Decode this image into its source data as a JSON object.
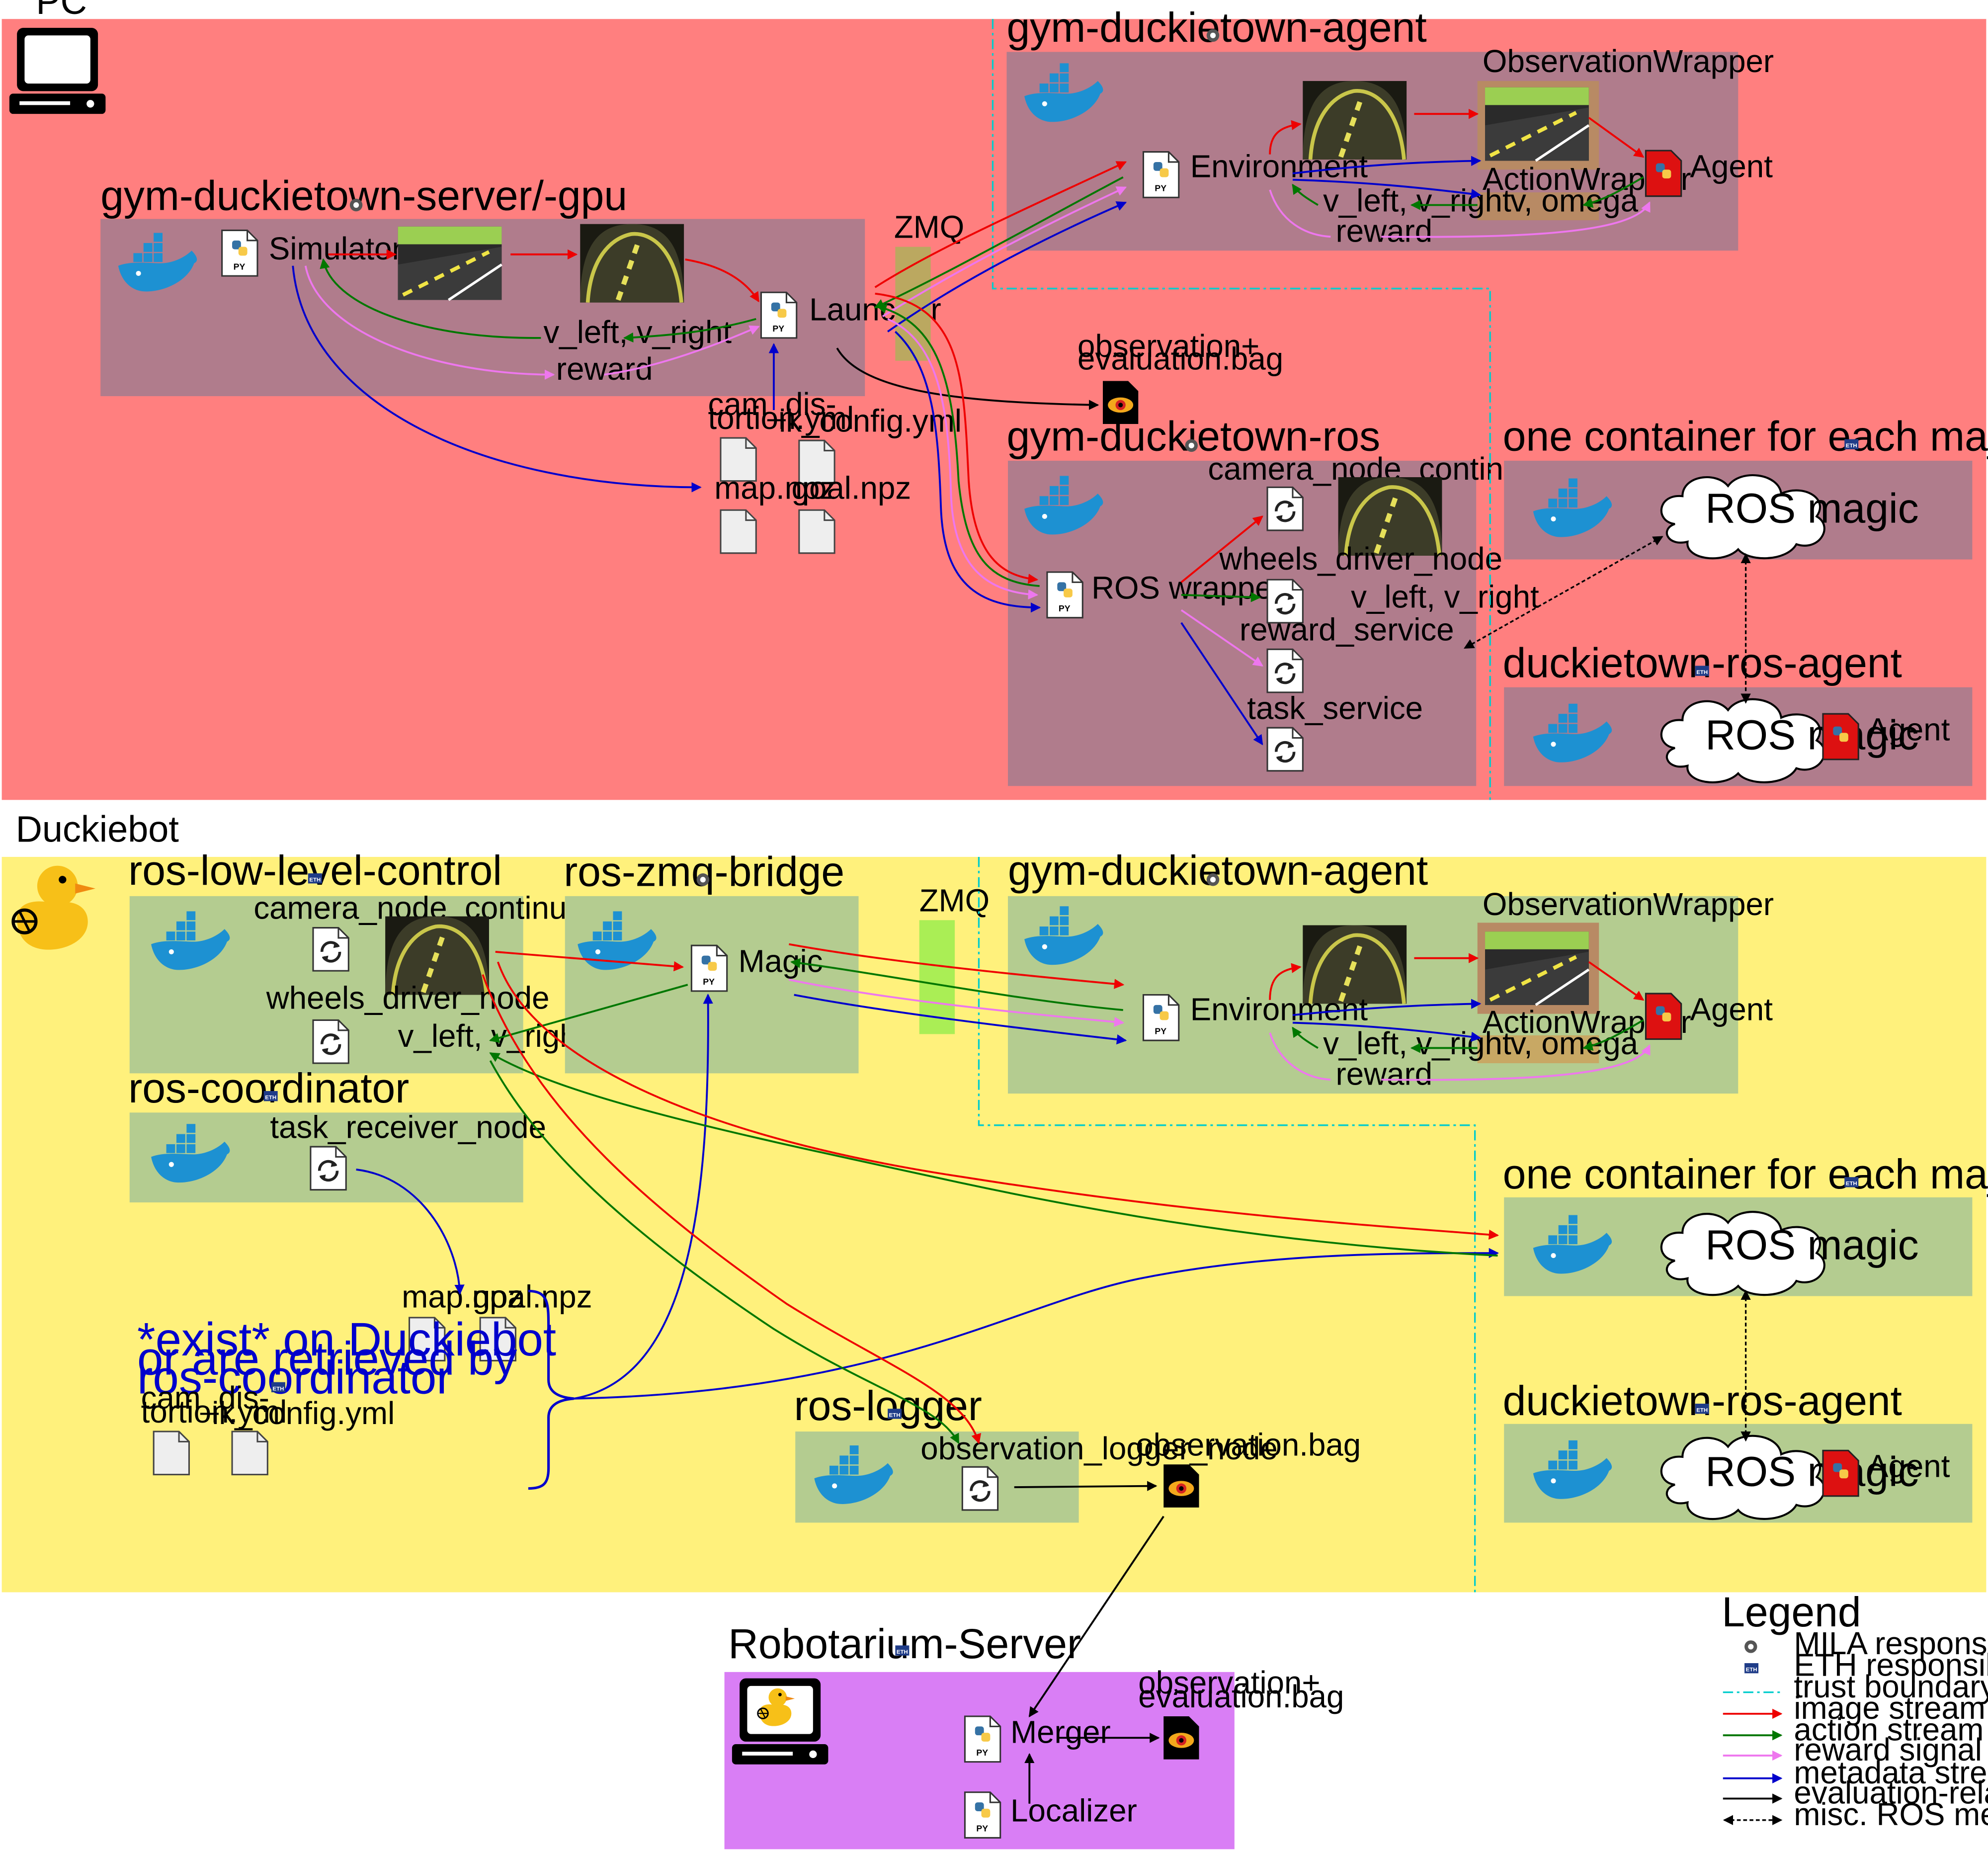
{
  "regions": {
    "pc": "PC",
    "duckiebot": "Duckiebot"
  },
  "containers": {
    "server": {
      "title": "gym-duckietown-server/-gpu",
      "simulator": "Simulator",
      "launcher": "Launcher",
      "v_left_right": "v_left, v_right",
      "reward": "reward"
    },
    "pc_agent": {
      "title": "gym-duckietown-agent",
      "observation_wrapper": "ObservationWrapper",
      "action_wrapper": "ActionWrapper",
      "v_omega": "v, omega",
      "environment": "Environment",
      "agent": "Agent",
      "v_left_right": "v_left, v_right",
      "reward": "reward"
    },
    "pc_ros": {
      "title": "gym-duckietown-ros",
      "camera_node": "camera_node_continuous",
      "ros_wrapper": "ROS wrapper",
      "wheels_node": "wheels_driver_node",
      "v_left_right": "v_left, v_right",
      "reward_service": "reward_service",
      "task_service": "task_service"
    },
    "pc_ros_node": {
      "title": "one container for each major ROS node",
      "ros_magic": "ROS magic"
    },
    "pc_ros_agent": {
      "title": "duckietown-ros-agent",
      "ros_magic": "ROS magic",
      "agent": "Agent"
    },
    "low_level": {
      "title": "ros-low-level-control",
      "camera_node": "camera_node_continuous",
      "wheels_node": "wheels_driver_node",
      "v_left_right": "v_left, v_right"
    },
    "bridge": {
      "title": "ros-zmq-bridge",
      "magic": "Magic"
    },
    "bot_agent": {
      "title": "gym-duckietown-agent",
      "observation_wrapper": "ObservationWrapper",
      "action_wrapper": "ActionWrapper",
      "v_omega": "v, omega",
      "environment": "Environment",
      "agent": "Agent",
      "v_left_right": "v_left, v_right",
      "reward": "reward"
    },
    "coordinator": {
      "title": "ros-coordinator",
      "task_node": "task_receiver_node"
    },
    "bot_ros_node": {
      "title": "one container for each major ROS node",
      "ros_magic": "ROS magic"
    },
    "bot_ros_agent": {
      "title": "duckietown-ros-agent",
      "ros_magic": "ROS magic",
      "agent": "Agent"
    },
    "logger": {
      "title": "ros-logger",
      "node": "observation_logger_node"
    },
    "robotarium": {
      "title": "Robotarium-Server",
      "merger": "Merger",
      "localizer": "Localizer",
      "eval_bag_l1": "observation+",
      "eval_bag_l2": "evaluation.bag"
    }
  },
  "pc_files": {
    "cam_l1": "cam_dis-",
    "cam_l2": "tortion.yml",
    "ik": "ik_config.yml",
    "map": "map.npz",
    "goal": "goal.npz",
    "eval_bag_l1": "observation+",
    "eval_bag_l2": "evaluation.bag"
  },
  "bot_files": {
    "map": "map.npz",
    "goal": "goal.npz",
    "cam_l1": "cam_dis-",
    "cam_l2": "tortion.yml",
    "ik": "ik_config.yml",
    "obs_bag": "observation.bag",
    "note_l1": "*exist* on Duckiebot",
    "note_l2": "or are retrieved by",
    "note_l3": "ros-coordinator"
  },
  "zmq": {
    "pc": "ZMQ",
    "bot": "ZMQ"
  },
  "legend": {
    "title": "Legend",
    "items": [
      {
        "label": "MILA responsible"
      },
      {
        "label": "ETH responsible"
      },
      {
        "label": "trust boundary"
      },
      {
        "label": "image stream"
      },
      {
        "label": "action stream"
      },
      {
        "label": "reward signal stream"
      },
      {
        "label": "metadata stream"
      },
      {
        "label": "evaluation-related data stream"
      },
      {
        "label": "misc. ROS messages"
      }
    ]
  },
  "colors": {
    "pc_bg": "#ff7f7f",
    "container_pc": "#b07c8c",
    "bot_bg": "#fff17c",
    "container_bot": "#b4cc90",
    "robotarium_bg": "#d97ef5",
    "trust": "#00cccc",
    "image": "#ee0000",
    "action": "#007700",
    "reward": "#ee77ee",
    "meta": "#0000cc",
    "eval": "#000000",
    "zmq_pc": "#bba860",
    "zmq_bot": "#aaee55"
  },
  "icons": [
    "docker-whale-icon",
    "python-file-icon",
    "sync-node-icon",
    "document-icon",
    "eye-bag-icon",
    "agent-file-icon",
    "cloud-icon",
    "monitor-icon",
    "duck-icon",
    "camera-view-icon",
    "road-image-icon",
    "mila-logo-icon",
    "eth-logo-icon"
  ]
}
